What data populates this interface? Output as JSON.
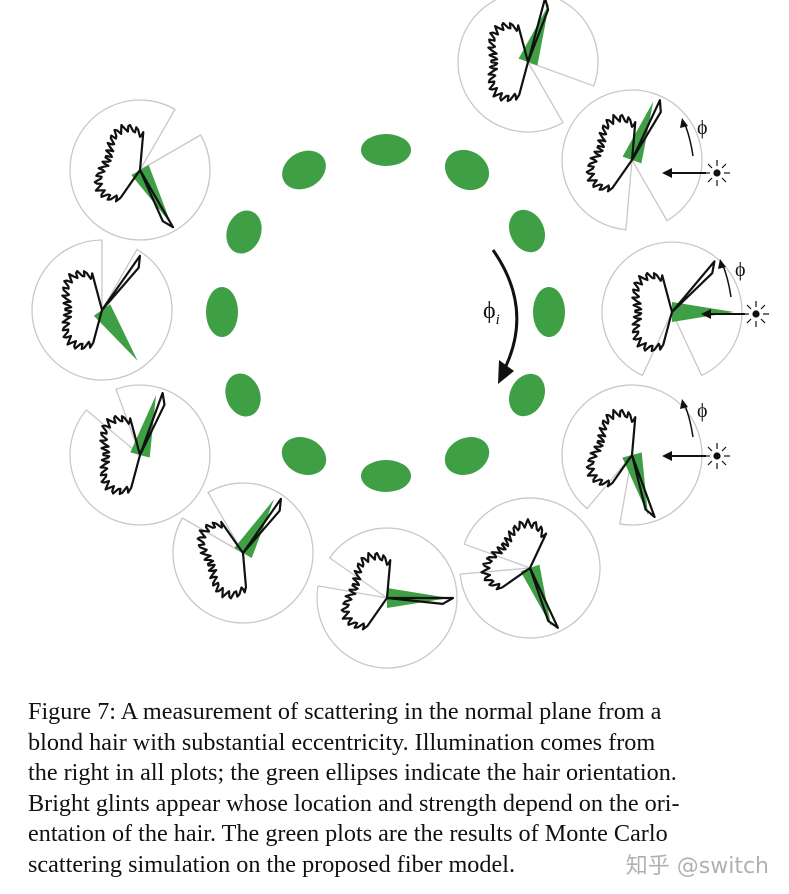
{
  "figure": {
    "phi_label": "ϕ",
    "phi_i_label": "ϕ",
    "phi_i_subscript": "i",
    "colors": {
      "green": "#3f9f45",
      "gray": "#c8c8c8",
      "black": "#111111"
    }
  },
  "caption": {
    "lines": [
      "Figure 7: A measurement of scattering in the normal plane from a",
      "blond hair with substantial eccentricity. Illumination comes from",
      "the right in all plots; the green ellipses indicate the hair orientation.",
      "Bright glints appear whose location and strength depend on the ori-",
      "entation of the hair. The green plots are the results of Monte Carlo",
      "scattering simulation on the proposed fiber model."
    ]
  },
  "watermark": "知乎 @switch"
}
